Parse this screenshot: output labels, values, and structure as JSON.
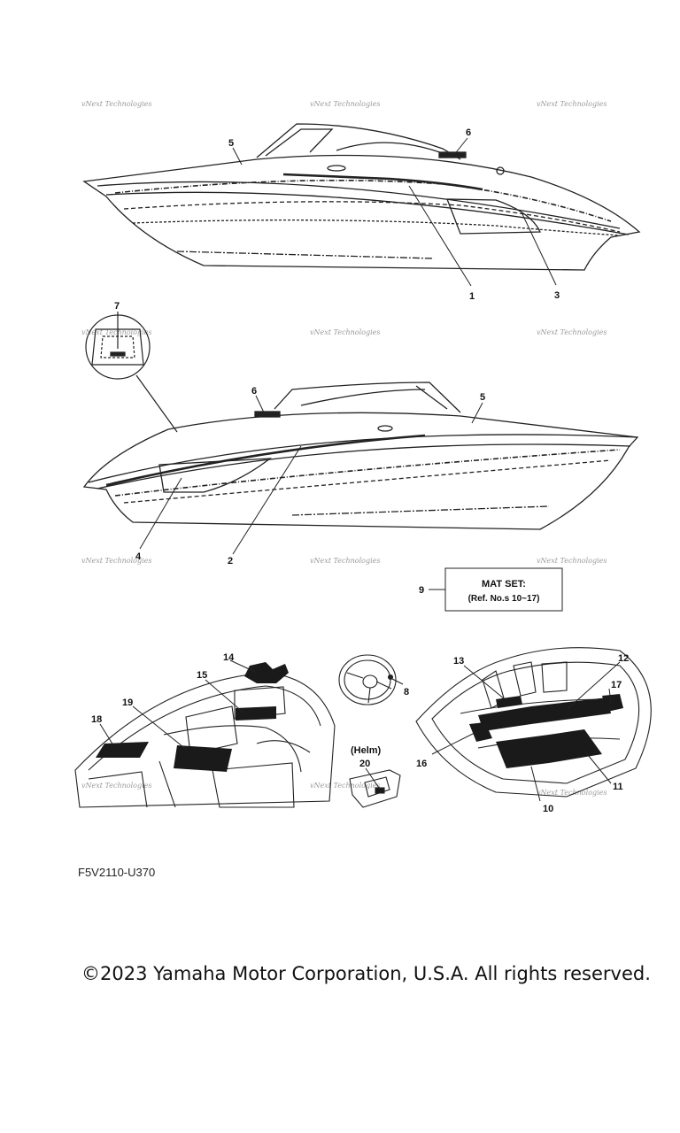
{
  "watermark": "vNext Technologies",
  "callouts": {
    "c1": "1",
    "c2": "2",
    "c3": "3",
    "c4": "4",
    "c5a": "5",
    "c5b": "5",
    "c6a": "6",
    "c6b": "6",
    "c7": "7",
    "c8": "8",
    "c9": "9",
    "c10": "10",
    "c11": "11",
    "c12": "12",
    "c13": "13",
    "c14": "14",
    "c15": "15",
    "c16": "16",
    "c17": "17",
    "c18": "18",
    "c19": "19",
    "c20": "20"
  },
  "mat_set": {
    "title": "MAT SET:",
    "subtitle": "(Ref. No.s 10~17)"
  },
  "helm_label": "(Helm)",
  "diagram_code": "F5V2110-U370",
  "copyright": "©2023 Yamaha Motor Corporation, U.S.A. All rights reserved."
}
